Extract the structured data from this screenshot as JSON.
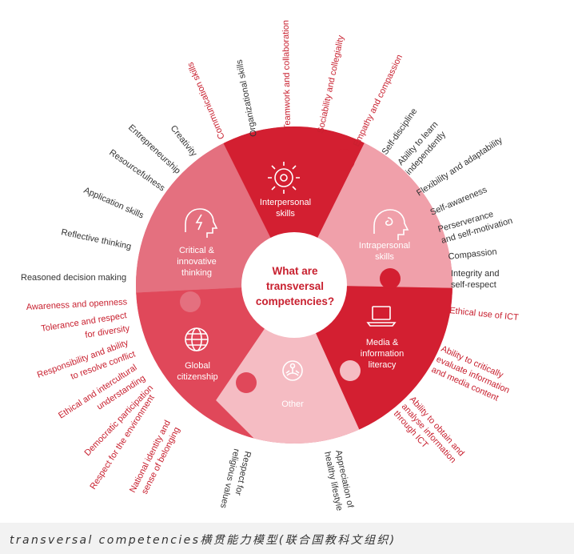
{
  "colors": {
    "deep_red": "#d31f31",
    "mid_red": "#e0485a",
    "medium_pink": "#e4707f",
    "light_pink": "#f0a0aa",
    "pale_pink": "#f5bcc3",
    "text_red": "#c8202f",
    "text_dark": "#333333"
  },
  "center": {
    "line1": "What are",
    "line2": "transversal",
    "line3": "competencies?"
  },
  "domains": {
    "interpersonal": {
      "line1": "Interpersonal",
      "line2": "skills",
      "icon": "gear-people-icon"
    },
    "intrapersonal": {
      "line1": "Intrapersonal",
      "line2": "skills",
      "icon": "head-spiral-icon"
    },
    "media": {
      "line1": "Media &",
      "line2": "information",
      "line3": "literacy",
      "icon": "laptop-icon"
    },
    "other": {
      "line1": "Other",
      "icon": "meditation-icon"
    },
    "global": {
      "line1": "Global",
      "line2": "citizenship",
      "icon": "globe-icon"
    },
    "critical": {
      "line1": "Critical &",
      "line2": "innovative",
      "line3": "thinking",
      "icon": "head-lightning-icon"
    }
  },
  "skills": {
    "communication": "Communication skills",
    "organizational": "Organizational skills",
    "teamwork": "Teamwork and collaboration",
    "sociability": "Sociability and collegiality",
    "empathy": "Empathy and compassion",
    "self_discipline": "Self-discipline",
    "learn_1": "Ability to learn",
    "learn_2": "independently",
    "flexibility": "Flexibility and adaptability",
    "self_awareness": "Self-awareness",
    "perseverance_1": "Perserverance",
    "perseverance_2": "and self-motivation",
    "compassion": "Compassion",
    "integrity_1": "Integrity and",
    "integrity_2": "self-respect",
    "ethical_ict": "Ethical use of ICT",
    "evaluate_1": "Ability to critically",
    "evaluate_2": "evaluate information",
    "evaluate_3": "and media content",
    "analyse_1": "Ability to obtain and",
    "analyse_2": "analyse information",
    "analyse_3": "through ICT",
    "healthy_1": "Appreciation of",
    "healthy_2": "healthy lifestyle",
    "religious_1": "Respect for",
    "religious_2": "religious values",
    "identity_1": "National identity and",
    "identity_2": "sense of belonging",
    "environment": "Respect for the environment",
    "democratic": "Democratic participation",
    "intercultural_1": "Ethical and intercultural",
    "intercultural_2": "understanding",
    "responsibility_1": "Responsibility and ability",
    "responsibility_2": "to resolve conflict",
    "tolerance_1": "Tolerance and respect",
    "tolerance_2": "for diversity",
    "awareness": "Awareness and openness",
    "reasoned": "Reasoned decision making",
    "reflective": "Reflective thinking",
    "application": "Application skills",
    "resourcefulness": "Resourcefulness",
    "entrepreneurship": "Entrepreneurship",
    "creativity": "Creativity"
  },
  "caption": "transversal competencies横贯能力模型(联合国教科文组织)"
}
